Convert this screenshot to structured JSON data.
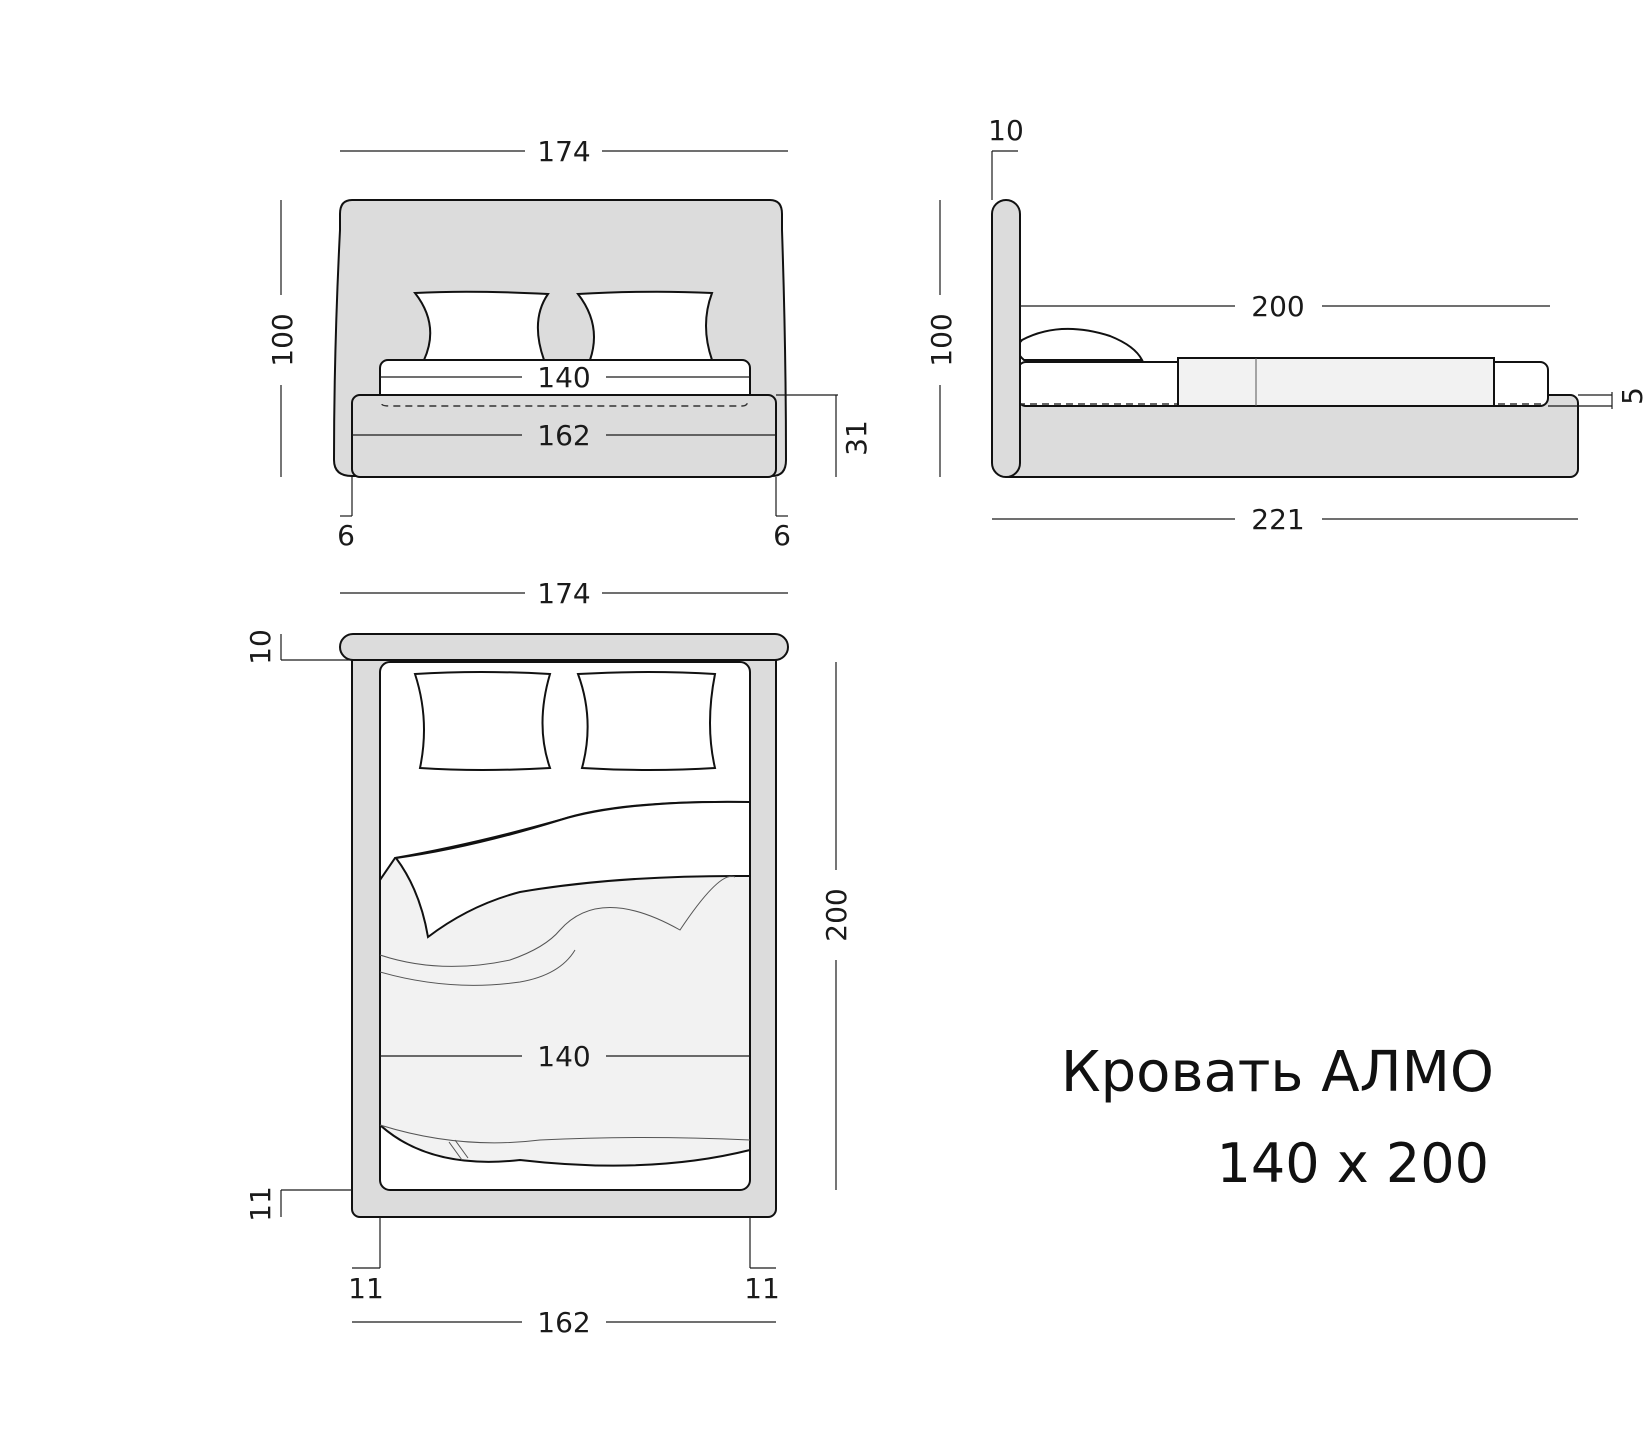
{
  "front_view": {
    "width_overall": "174",
    "height": "100",
    "mattress_width": "140",
    "base_width": "162",
    "base_height": "31",
    "left_inset": "6",
    "right_inset": "6"
  },
  "side_view": {
    "headboard_thickness": "10",
    "height": "100",
    "mattress_length": "200",
    "overhang": "5",
    "length_overall": "221"
  },
  "top_view": {
    "width_overall": "174",
    "headboard_depth": "10",
    "length": "200",
    "mattress_width": "140",
    "foot_margin": "11",
    "left_margin": "11",
    "right_margin": "11",
    "base_width": "162"
  },
  "product": {
    "title": "Кровать АЛМО",
    "size": "140 x 200"
  }
}
